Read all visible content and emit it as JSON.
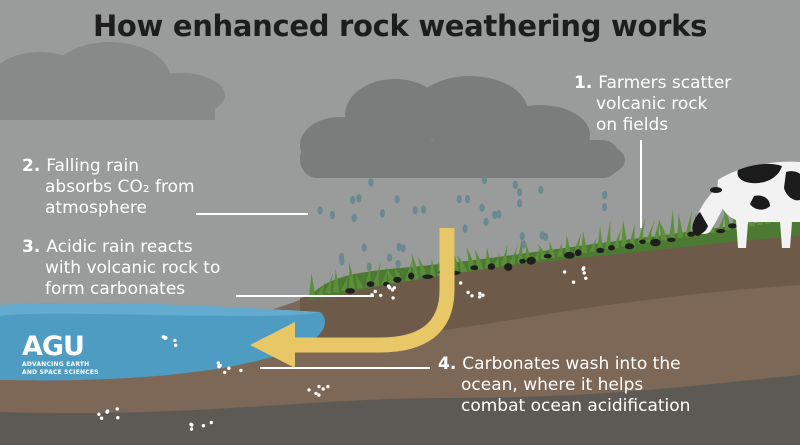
{
  "title": "How enhanced rock weathering works",
  "steps": [
    {
      "num": "1.",
      "lines": [
        "Farmers scatter",
        "volcanic rock",
        "on fields"
      ]
    },
    {
      "num": "2.",
      "lines": [
        "Falling rain",
        "absorbs CO₂ from",
        "atmosphere"
      ]
    },
    {
      "num": "3.",
      "lines": [
        "Acidic rain reacts",
        "with volcanic rock to",
        "form carbonates"
      ]
    },
    {
      "num": "4.",
      "lines": [
        "Carbonates wash into the",
        "ocean, where it helps",
        "combat ocean acidification"
      ]
    }
  ],
  "logo": {
    "mark": "AGU",
    "tagline_1": "ADVANCING EARTH",
    "tagline_2": "AND SPACE SCIENCES"
  },
  "colors": {
    "sky": "#9a9c9b",
    "cloud": "#7b7d7c",
    "rain": "#6a8a90",
    "grass": "#4c7a33",
    "soil_top": "#6e5a48",
    "soil_mid": "#7d6757",
    "soil_deep": "#5d5a55",
    "ocean": "#4f9cc2",
    "arrow": "#e8c766",
    "text": "#ffffff",
    "title": "#1d1d1d"
  }
}
